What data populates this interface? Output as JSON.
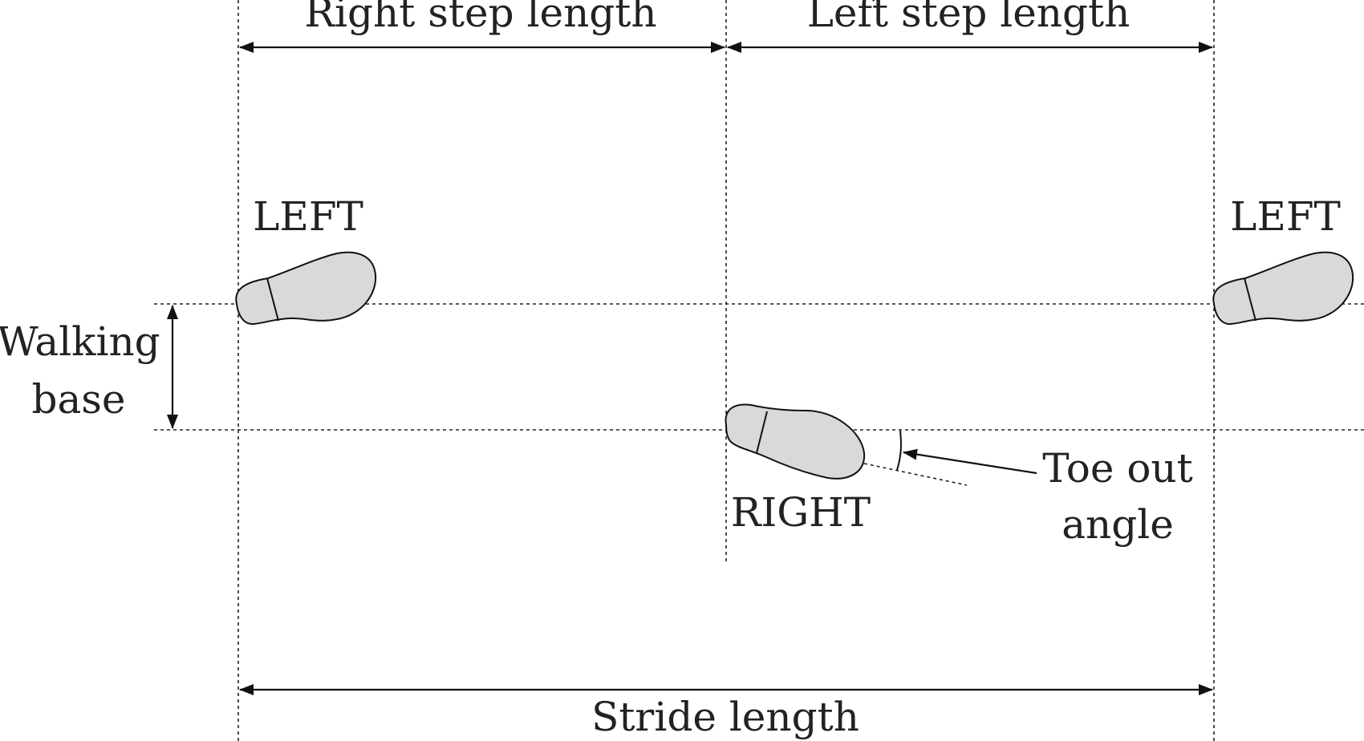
{
  "labels": {
    "right_step_length": "Right step length",
    "left_step_length": "Left step length",
    "stride_length": "Stride length",
    "walking_base_line1": "Walking",
    "walking_base_line2": "base",
    "toe_out_line1": "Toe out",
    "toe_out_line2": "angle"
  },
  "footprints": [
    {
      "side_label": "LEFT"
    },
    {
      "side_label": "RIGHT"
    },
    {
      "side_label": "LEFT"
    }
  ],
  "colors": {
    "foot_fill": "#d9d9d9",
    "stroke": "#111111",
    "text": "#222222"
  }
}
